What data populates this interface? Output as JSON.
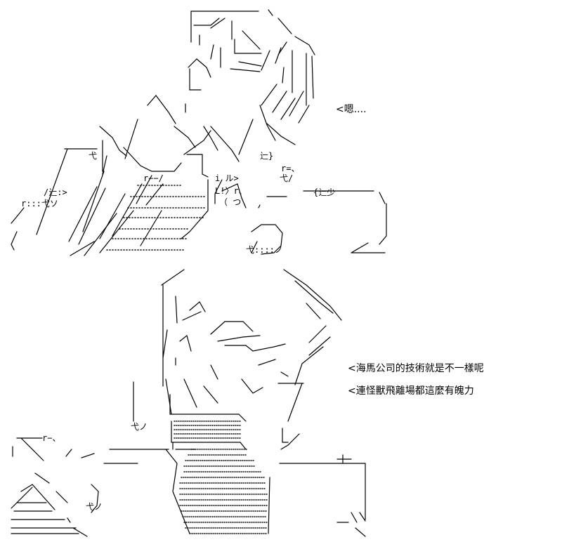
{
  "dialogue": {
    "line1": "<嗯....",
    "line2": "<海馬公司的技術就是不一樣呢",
    "line3": "<連怪獸飛離場都這麼有魄力"
  },
  "art_text": {
    "t1": "弋",
    "t2": "r−−/",
    "t3": "辷}",
    "t4": "r=、",
    "t5": "弋/",
    "t6": "{辷少",
    "t7": "i ル>",
    "t8": "L!〉r、",
    "t9": "（ つ",
    "t10": "/辷:>",
    "t11": "r:::弋ソ",
    "t12": "弋::::ノ",
    "t13": "弋ノ",
    "t14": "r−、",
    "t15": "弋ノ"
  }
}
